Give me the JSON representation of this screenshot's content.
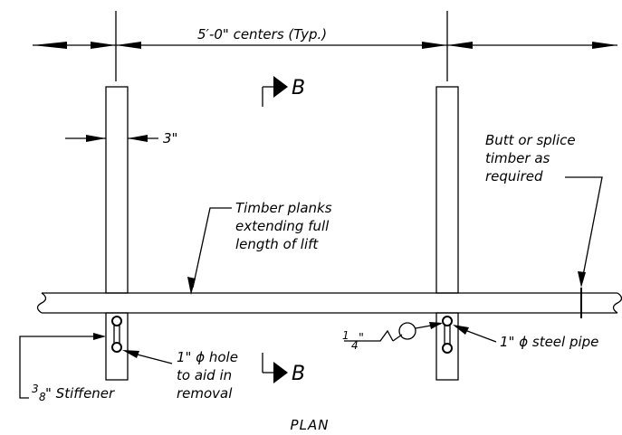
{
  "dimension": {
    "spacing_label": "5′-0\" centers (Typ.)",
    "width_label": "3\""
  },
  "section_marker": {
    "letter_top": "B",
    "letter_bottom": "B"
  },
  "notes": {
    "timber_planks": [
      "Timber planks",
      "extending full",
      "length of lift"
    ],
    "butt_splice": [
      "Butt or splice",
      "timber as",
      "required"
    ],
    "hole": [
      "1\" ϕ hole",
      "to aid in",
      "removal"
    ],
    "steel_pipe": "1\" ϕ steel pipe",
    "stiffener_fraction": {
      "num": "3",
      "den": "8"
    },
    "stiffener_text": "\" Stiffener",
    "weld_fraction": {
      "num": "1",
      "den": "4"
    },
    "weld_inch": "\""
  },
  "title": "PLAN"
}
